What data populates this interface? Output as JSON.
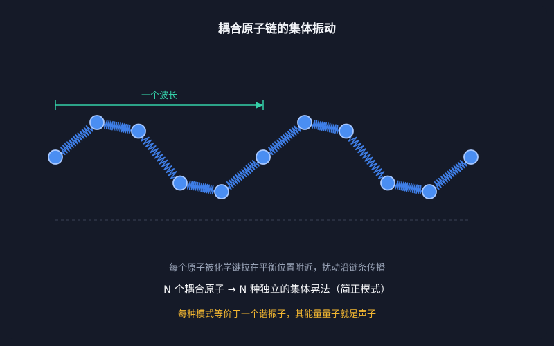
{
  "title": "耦合原子链的集体振动",
  "wavelength_label": "一个波长",
  "captions": {
    "line1": "每个原子被化学键拉在平衡位置附近，扰动沿链条传播",
    "line2": "N 个耦合原子 → N 种独立的集体晃法（简正模式）",
    "line3": "每种模式等价于一个谐振子，其能量量子就是声子"
  },
  "atoms": {
    "count": 11,
    "phase_pattern": [
      0,
      1,
      0.75,
      -0.75,
      -1
    ]
  },
  "colors": {
    "background": "#151a28",
    "atom_fill": "#4a8ef2",
    "atom_stroke": "#a8c8ff",
    "spring": "#3f7fe8",
    "wavelength_marker": "#35d0a8",
    "title": "#f2f4f8",
    "caption_muted": "#9aa4b8",
    "caption_main": "#f5f6f8",
    "caption_highlight": "#f3b731"
  }
}
